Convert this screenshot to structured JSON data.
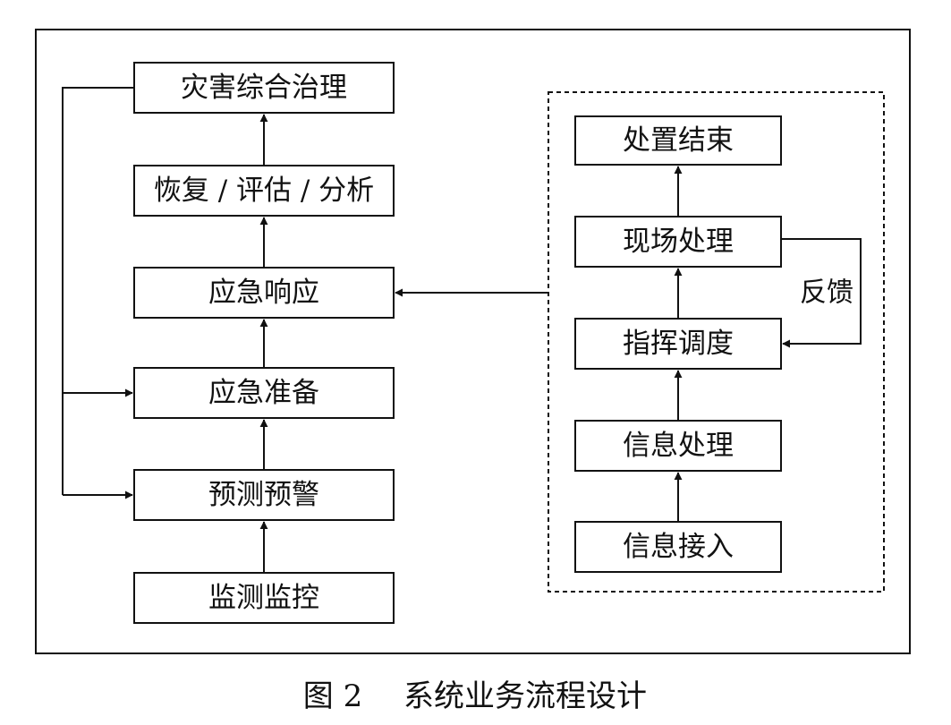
{
  "left_flow": {
    "nodes": [
      "灾害综合治理",
      "恢复 / 评估 / 分析",
      "应急响应",
      "应急准备",
      "预测预警",
      "监测监控"
    ]
  },
  "right_flow": {
    "nodes": [
      "处置结束",
      "现场处理",
      "指挥调度",
      "信息处理",
      "信息接入"
    ],
    "feedback_label": "反馈"
  },
  "caption": {
    "figure": "图 2",
    "title": "系统业务流程设计"
  },
  "colors": {
    "line": "#111111",
    "background": "#ffffff"
  }
}
